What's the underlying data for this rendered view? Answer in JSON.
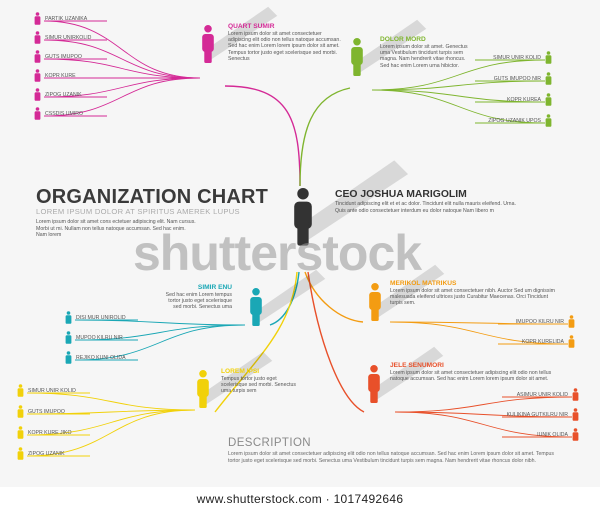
{
  "title": "ORGANIZATION CHART",
  "subtitle": "LOREM IPSUM DOLOR AT SPIRITUS AMEREK LUPUS",
  "intro": "Lorem ipsum dolor sit amet cons ectetuer adipiscing elit. Nam cursus. Morbi ut mi. Nullam non tellus natoque accumsan. Sed hac enim. Nam lorem",
  "ceo": {
    "name": "CEO JOSHUA MARIGOLIM",
    "text": "Tincidunt adipiscing elit et et ac dolor. Tincidunt elit nulla mauris eleifend. Urna. Quis ante odio consectetuer interdum eu dolor natoque Nam libero m",
    "color": "#333333"
  },
  "managers": [
    {
      "id": "quart",
      "name": "QUART SUMIR",
      "text": "Lorem ipsum dolor sit amet consectetuer adipiscing elit odio non tellus natoque accumsan. Sed hac enim Lorem lorem ipsum dolor sit amet. Tempus tortor justo eget scelerisque sed morbi. Senectus",
      "color": "#d42a96",
      "reports": [
        "PARTIK UZANIKA",
        "SIMUR UNIRKOLID",
        "GUTS IMUPOO",
        "KOPR KURE",
        "ZIPOG UZANIK",
        "CSSDIS UMIRO"
      ]
    },
    {
      "id": "dolor",
      "name": "DOLOR MORD",
      "text": "Lorem ipsum dolor sit amet. Genectus uma Vestibulum tincidunt turpis sem magna. Nam hendrerit vitae rhoncus. Sed hac enim Lorem urna hibictor.",
      "color": "#7fb52f",
      "reports": [
        "SIMUR UNIR KOLID",
        "GUTS IMUPOO NIR",
        "KOPR KUREA",
        "ZIPOG UZANIK UPOS"
      ]
    },
    {
      "id": "simir",
      "name": "SIMIR ENU",
      "text": "Sed hac enim Lorem tempus tortor justo eget scelerisque sed morbi. Senectus uma",
      "color": "#1aa7b5",
      "reports": [
        "DISI MUR UNIROLID",
        "MUPOO KILRU NIR",
        "REJIKO KUNI OLIDA"
      ]
    },
    {
      "id": "merikol",
      "name": "MERIKOL MATRIKUS",
      "text": "Lorem ipsum dolor sit amet consectetuer nibh. Auctor Sed um dignissim malesuada eleifend ultrices justo Curabitur Maecenas. Orci Tincidunt turpis sem.",
      "color": "#f39c12",
      "reports": [
        "IMUPOO KILRU NIR",
        "KOPR KURELIDA"
      ]
    },
    {
      "id": "lorem",
      "name": "LOREM IPSI",
      "text": "Tempus tortor justo eget scelerisque sed morbi. Senectus uma turpis sem",
      "color": "#f1d10a",
      "reports": [
        "SIMUR UNIR KOLID",
        "GUTS IMUPOO",
        "KOPR KURE JIKO",
        "ZIPOG UZANIK"
      ]
    },
    {
      "id": "jele",
      "name": "JELE SENUMORI",
      "text": "Lorem ipsum dolor sit amet consectetuer adipiscing elit odio non tellus natoque accumsan. Sed hac enim Lorem lorem ipsum dolor sit amet.",
      "color": "#e8502a",
      "reports": [
        "ASIMUR UNIR KOLID",
        "KULIKINA GUTKILRU NIR",
        "IUNIK OLIDA"
      ]
    }
  ],
  "description": {
    "title": "DESCRIPTION",
    "text": "Lorem ipsum dolor sit amet consectetuer adipiscing elit odio non tellus natoque accumsan. Sed hac enim Lorem ipsum dolor sit amet. Tempus tortor justo eget scelerisque sed morbi. Senectus uma Vestibulum tincidunt turpis sem magna. Nam hendrerit vitae rhoncus dolor nibh."
  },
  "watermark": "shutterstock",
  "footer": "www.shutterstock.com · 1017492646"
}
